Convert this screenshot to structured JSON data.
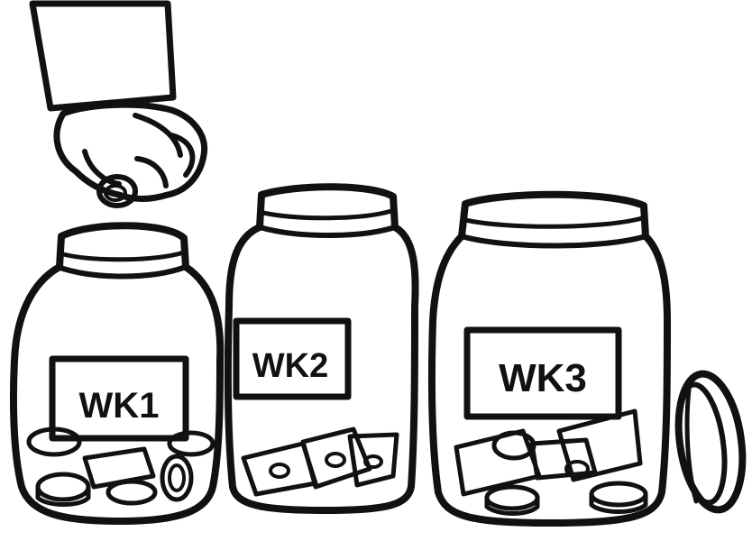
{
  "jars": [
    {
      "label": "WK1"
    },
    {
      "label": "WK2"
    },
    {
      "label": "WK3"
    }
  ],
  "colors": {
    "ink": "#111111",
    "label": "#f26a2e",
    "background": "#ffffff"
  },
  "icons": [
    "hand-icon",
    "coin-icon",
    "banknote-icon",
    "jar-lid-icon"
  ]
}
